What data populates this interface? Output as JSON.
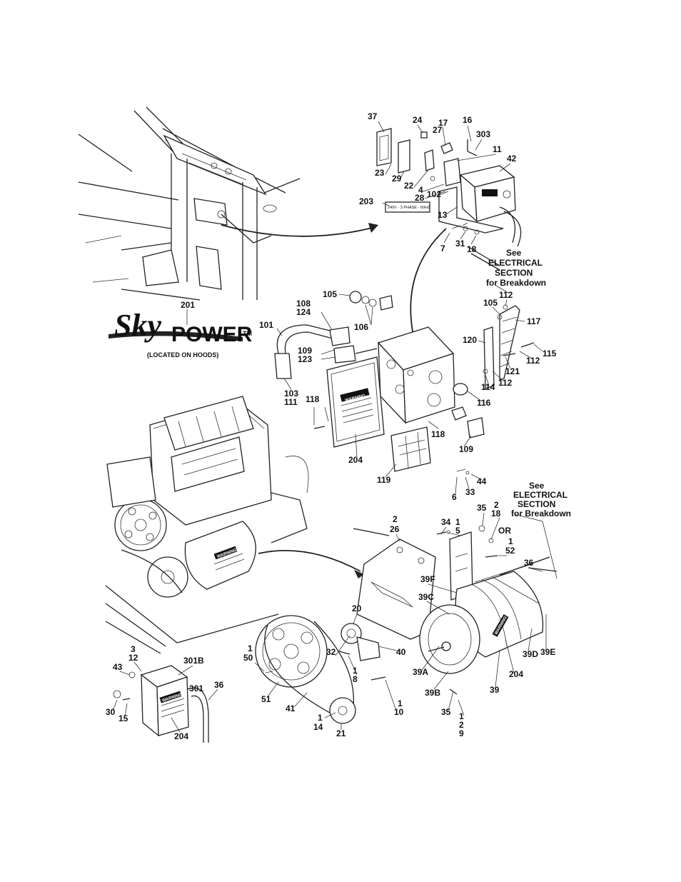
{
  "callouts": {
    "c37": "37",
    "c24": "24",
    "c17": "17",
    "c16": "16",
    "c27": "27",
    "c303": "303",
    "c11": "11",
    "c42": "42",
    "c23": "23",
    "c29": "29",
    "c22": "22",
    "c4": "4",
    "c28": "28",
    "c102": "102",
    "c203": "203",
    "c13": "13",
    "c7": "7",
    "c31": "31",
    "c18a": "18",
    "c105a": "105",
    "c108": "108",
    "c124": "124",
    "c106": "106",
    "c101": "101",
    "c109a": "109",
    "c123": "123",
    "c103": "103",
    "c111": "111",
    "c201": "201",
    "c118a": "118",
    "c204a": "204",
    "c118b": "118",
    "c119": "119",
    "c112a": "112",
    "c105b": "105",
    "c117": "117",
    "c120": "120",
    "c115": "115",
    "c112b": "112",
    "c121": "121",
    "c112c": "112",
    "c114": "114",
    "c116": "116",
    "c109b": "109",
    "c44": "44",
    "c33": "33",
    "c6": "6",
    "c2a": "2",
    "c26": "26",
    "c34": "34",
    "c1a": "1",
    "c5": "5",
    "c35a": "35",
    "c2b": "2",
    "c18b": "18",
    "c1b": "1",
    "c52": "52",
    "c36a": "36",
    "c39f": "39F",
    "c39c": "39C",
    "c20": "20",
    "c40": "40",
    "c32": "32",
    "c1c": "1",
    "c8": "8",
    "c39a": "39A",
    "c39b": "39B",
    "c39": "39",
    "c204b": "204",
    "c39d": "39D",
    "c39e": "39E",
    "c1d": "1",
    "c50": "50",
    "c51": "51",
    "c41": "41",
    "c1e": "1",
    "c14": "14",
    "c21": "21",
    "c1f": "1",
    "c10": "10",
    "c35b": "35",
    "c1g": "1",
    "c2c": "2",
    "c9": "9",
    "c3": "3",
    "c12": "12",
    "c43": "43",
    "c301b": "301B",
    "c301": "301",
    "c36b": "36",
    "c30": "30",
    "c15": "15",
    "c204c": "204"
  },
  "notes": {
    "see_a": "See",
    "electrical_a": "ELECTRICAL",
    "section_a": "SECTION",
    "breakdown_a": "for Breakdown",
    "see_b": "See",
    "electrical_b": "ELECTRICAL",
    "section_b": "SECTION",
    "breakdown_b": "for Breakdown",
    "or": "OR"
  },
  "logo": {
    "sky": "Sky",
    "power": "POWER",
    "tm": "TM",
    "located": "(LOCATED ON HOODS)"
  },
  "plate_203": "240V - 3 PHASE - 60HZ",
  "decals": {
    "warning": "WARNING"
  }
}
